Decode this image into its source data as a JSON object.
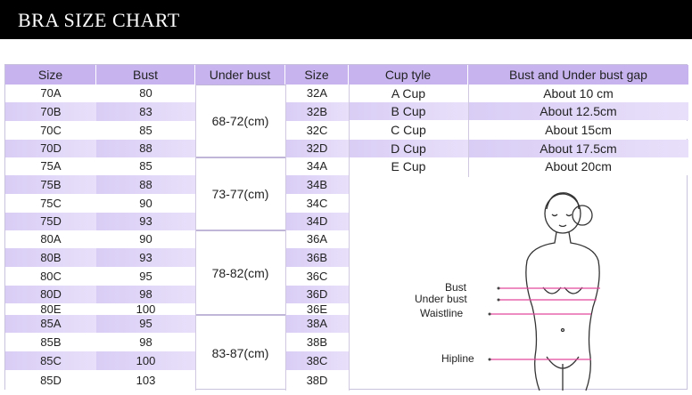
{
  "header": {
    "title": "BRA SIZE CHART"
  },
  "table": {
    "columns": [
      "Size",
      "Bust",
      "Under bust",
      "Size",
      "Cup tyle",
      "Bust and Under bust gap"
    ],
    "rows": [
      {
        "size": "70A",
        "bust": "80",
        "size2": "32A"
      },
      {
        "size": "70B",
        "bust": "83",
        "size2": "32B"
      },
      {
        "size": "70C",
        "bust": "85",
        "size2": "32C"
      },
      {
        "size": "70D",
        "bust": "88",
        "size2": "32D"
      },
      {
        "size": "75A",
        "bust": "85",
        "size2": "34A"
      },
      {
        "size": "75B",
        "bust": "88",
        "size2": "34B"
      },
      {
        "size": "75C",
        "bust": "90",
        "size2": "34C"
      },
      {
        "size": "75D",
        "bust": "93",
        "size2": "34D"
      },
      {
        "size": "80A",
        "bust": "90",
        "size2": "36A"
      },
      {
        "size": "80B",
        "bust": "93",
        "size2": "36B"
      },
      {
        "size": "80C",
        "bust": "95",
        "size2": "36C"
      },
      {
        "size": "80D",
        "bust": "98",
        "size2": "36D"
      },
      {
        "size": "80E",
        "bust": "100",
        "size2": "36E"
      },
      {
        "size": "85A",
        "bust": "95",
        "size2": "38A"
      },
      {
        "size": "85B",
        "bust": "98",
        "size2": "38B"
      },
      {
        "size": "85C",
        "bust": "100",
        "size2": "38C"
      },
      {
        "size": "85D",
        "bust": "103",
        "size2": "38D"
      }
    ],
    "under_bust_groups": [
      "68-72(cm)",
      "73-77(cm)",
      "78-82(cm)",
      "83-87(cm)"
    ],
    "cups": [
      {
        "cup": "A  Cup",
        "gap": "About  10 cm"
      },
      {
        "cup": "B  Cup",
        "gap": "About   12.5cm"
      },
      {
        "cup": "C  Cup",
        "gap": "About  15cm"
      },
      {
        "cup": "D  Cup",
        "gap": "About    17.5cm"
      },
      {
        "cup": "E  Cup",
        "gap": "About  20cm"
      }
    ]
  },
  "illustration": {
    "labels": {
      "bust": "Bust",
      "under_bust": "Under bust",
      "waistline": "Waistline",
      "hipline": "Hipline"
    },
    "line_color": "#e0479a"
  }
}
